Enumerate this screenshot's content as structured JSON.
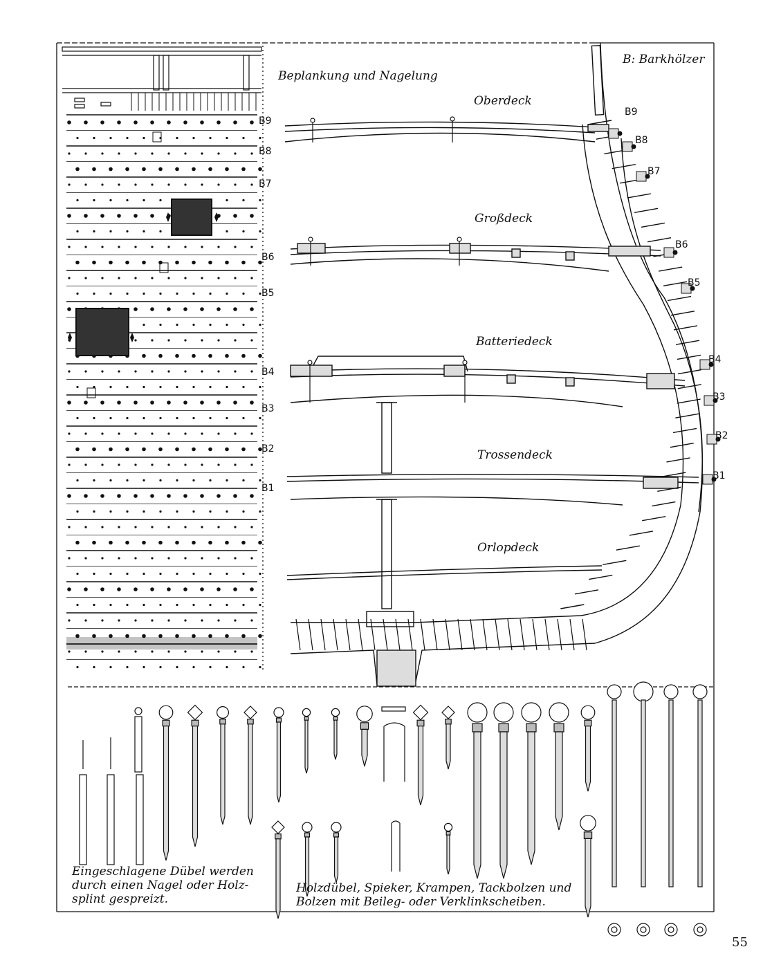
{
  "header": {
    "title": "Beplankung und Nagelung",
    "legend": "B: Barkhölzer"
  },
  "decks": [
    "Oberdeck",
    "Großdeck",
    "Batteriedeck",
    "Trossendeck",
    "Orlopdeck"
  ],
  "hull_labels_left": [
    "B9",
    "B8",
    "B7",
    "B6",
    "B5",
    "B4",
    "B3",
    "B2",
    "B1"
  ],
  "hull_labels_right": [
    "B9",
    "B8",
    "B7",
    "B6",
    "B5",
    "B4",
    "B3",
    "B2",
    "B1"
  ],
  "captions": {
    "left": "Eingeschlagene Dübel werden durch einen Nagel oder Holz-splint gespreizt.",
    "right": "Holzdübel, Spieker, Krampen, Tackbolzen und Bolzen mit Beileg- oder Verklinkscheiben."
  },
  "page_number": "55"
}
